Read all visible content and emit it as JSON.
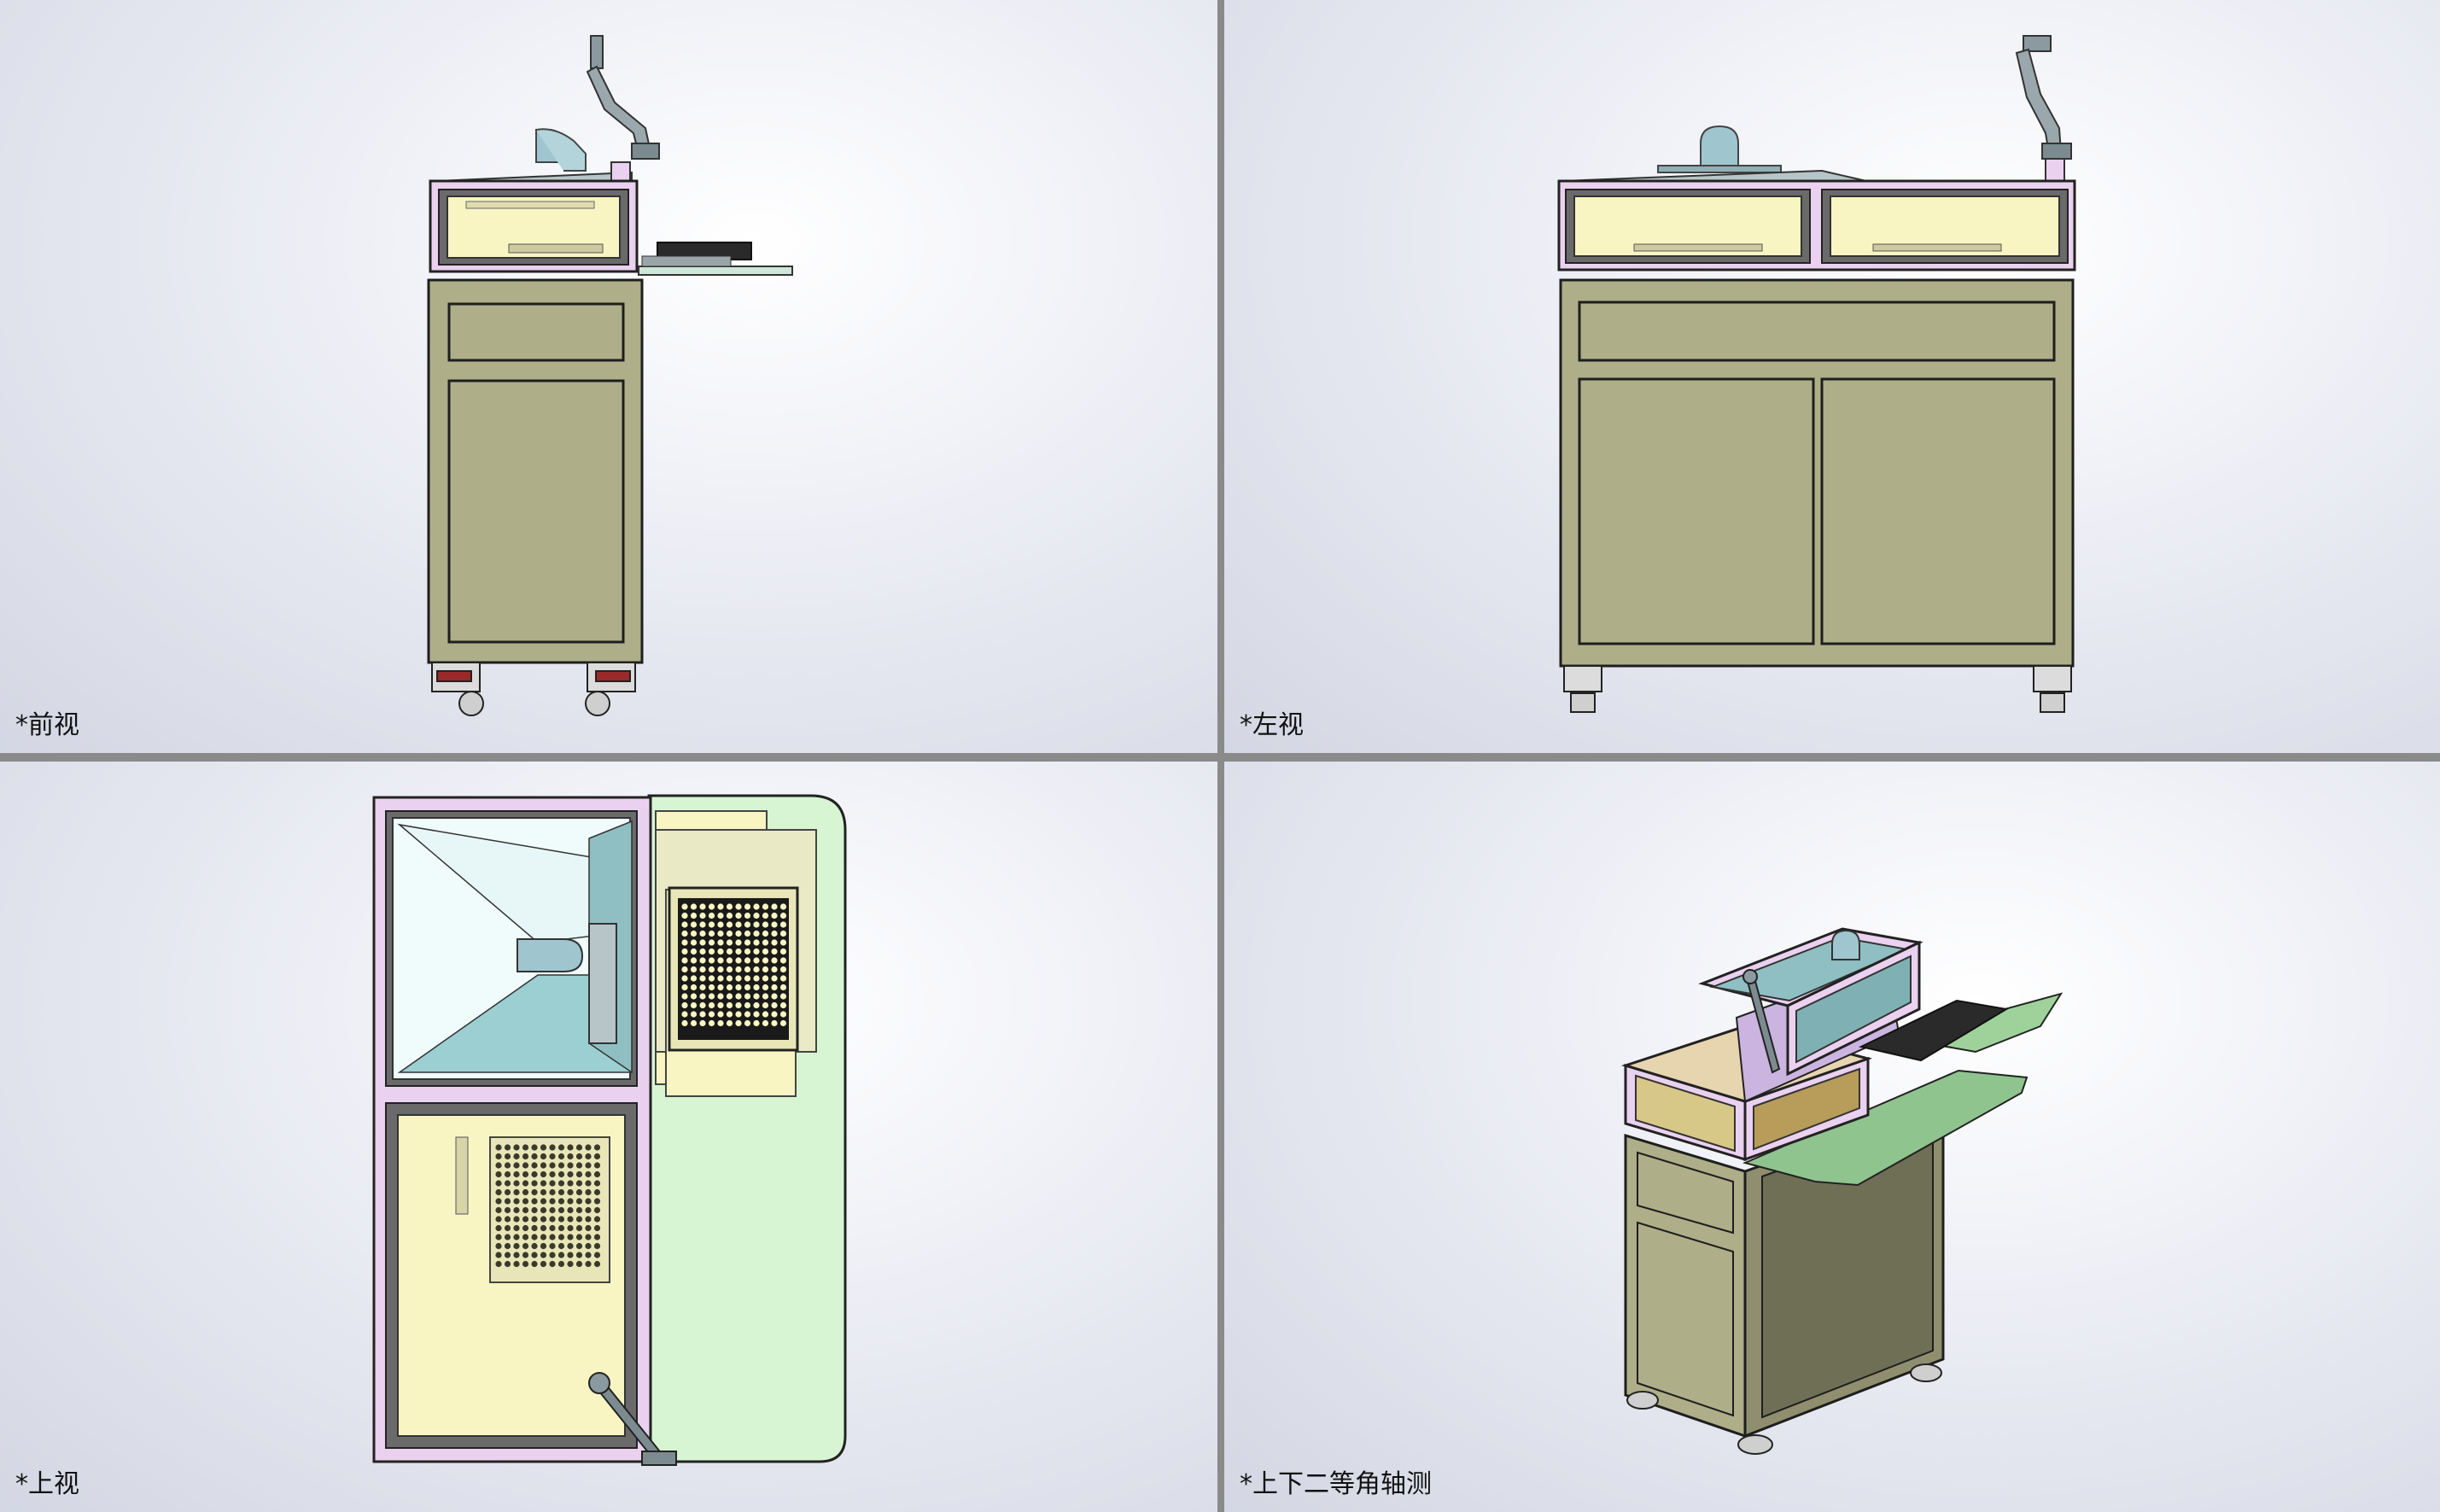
{
  "window": {
    "title": ""
  },
  "views": {
    "front": {
      "label": "*前视"
    },
    "left": {
      "label": "*左视"
    },
    "top": {
      "label": "*上视"
    },
    "isometric": {
      "label": "*上下二等角轴测"
    }
  },
  "colors": {
    "cabinet": "#aeae89",
    "cabinet_outline": "#1e1e1e",
    "frame_pink": "#ead1ef",
    "glass_yellow": "#f8f5c2",
    "plate_green": "#d7f5d2",
    "pipe_blue": "#9fc6cf",
    "hood_teal": "#8fbfc2",
    "tray_dark": "#2a2a2a",
    "background_center": "#ffffff",
    "background_edge": "#d4d7e3"
  }
}
